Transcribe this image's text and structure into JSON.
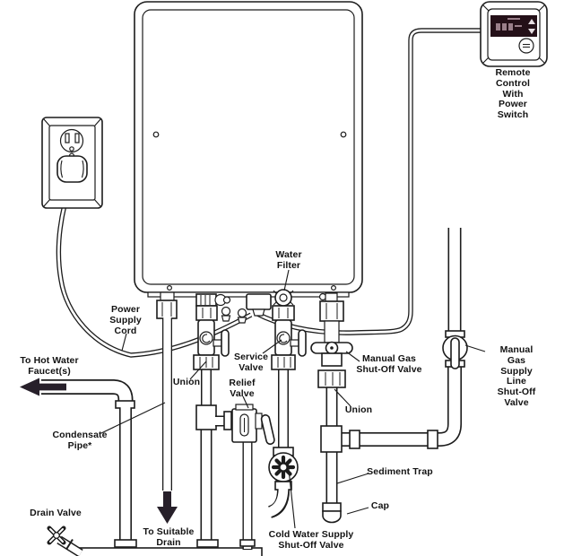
{
  "labels": {
    "remote_control": "Remote Control\nWith Power Switch",
    "water_filter": "Water\nFilter",
    "power_supply_cord": "Power\nSupply\nCord",
    "to_hot_water_faucet": "To Hot Water\nFaucet(s)",
    "union_hot": "Union",
    "service_valve": "Service\nValve",
    "relief_valve": "Relief\nValve",
    "condensate_pipe": "Condensate\nPipe*",
    "manual_gas_shutoff_valve": "Manual Gas\nShut-Off Valve",
    "union_gas": "Union",
    "manual_gas_supply_line": "Manual Gas\nSupply Line\nShut-Off Valve",
    "sediment_trap": "Sediment Trap",
    "cap": "Cap",
    "drain_valve": "Drain Valve",
    "to_suitable_drain": "To Suitable\nDrain",
    "cold_water_supply": "Cold Water Supply\nShut-Off Valve"
  },
  "colors": {
    "line": "#1c1c1c",
    "arrow": "#27202a",
    "display_background": "#241018",
    "paper": "#ffffff"
  }
}
